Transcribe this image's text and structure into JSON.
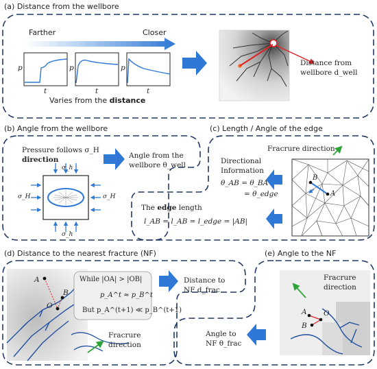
{
  "panel_a": {
    "title": "(a) Distance from the wellbore",
    "farther": "Farther",
    "closer": "Closer",
    "p_label": "p",
    "t_label": "t",
    "varies_prefix": "Varies from the ",
    "varies_bold": "distance",
    "distance_line1": "Distance from",
    "distance_line2": "wellbore d_well"
  },
  "panel_b": {
    "title": "(b) Angle from the wellbore",
    "pressure_line1": "Pressure follows σ_H",
    "pressure_line2": "direction",
    "sigma_h": "σ_h",
    "sigma_H": "σ_H",
    "angle_line1": "Angle from the",
    "angle_line2": "wellbore θ_well"
  },
  "panel_c": {
    "title": "(c) Length / Angle of the edge",
    "fracture_direction": "Fracrure direction",
    "dir_info_line1": "Directional",
    "dir_info_line2": "Information",
    "theta_eq1": "θ_AB = θ_BA",
    "theta_eq2": "= θ_edge",
    "edge_length_prefix": "The ",
    "edge_length_bold": "edge",
    "edge_length_suffix": " length",
    "length_eq": "l_AB = l_AB = l_edge = |AB|",
    "label_A": "A",
    "label_B": "B"
  },
  "panel_d": {
    "title": "(d) Distance to the nearest fracture (NF)",
    "label_A": "A",
    "label_B": "B",
    "label_O": "O",
    "while_line": "While |OA| > |OB|",
    "approx_line": "p_A^t ≈ p_B^t",
    "but_line": "But  p_A^(t+1) ≪ p_B^(t+1)",
    "distance_to_line1": "Distance to",
    "distance_to_line2": "NF d_frac",
    "fracture_direction_line1": "Fracrure",
    "fracture_direction_line2": "direction"
  },
  "panel_e": {
    "title": "(e) Angle to the NF",
    "fracture_direction_line1": "Fracrure",
    "fracture_direction_line2": "direction",
    "label_A": "A",
    "label_B": "B",
    "label_O": "O",
    "angle_to_line1": "Angle to",
    "angle_to_line2": "NF θ_frac"
  },
  "colors": {
    "border": "#1f3864",
    "arrow_blue": "#2f78d6",
    "curve_blue": "#2f78d6",
    "fracture_blue": "#1f4fa0",
    "red": "#e02020",
    "green": "#2ea33a"
  }
}
